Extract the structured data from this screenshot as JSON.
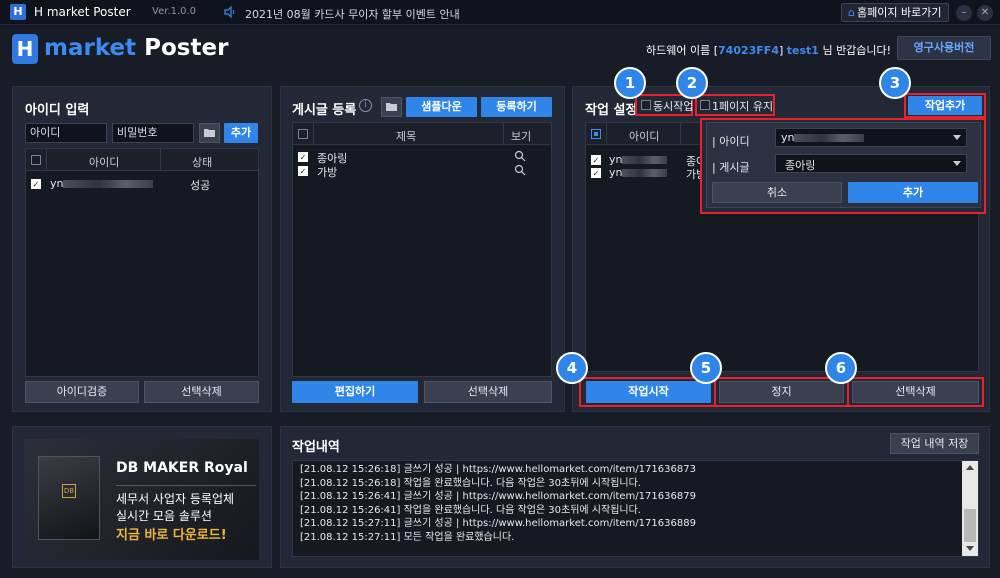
{
  "titlebar": {
    "app_title": "H market Poster",
    "version": "Ver.1.0.0",
    "notice": "2021년 08월 카드사 무이자 할부 이벤트 안내",
    "home_button": "홈페이지 바로가기"
  },
  "header": {
    "brand_part1": "market",
    "brand_part2": "Poster",
    "hw_prefix": "하드웨어 이름 [",
    "hw_id": "74023FF4",
    "hw_mid": "] ",
    "user": "test1",
    "hw_suffix": " 님 반갑습니다!",
    "license_button": "영구사용버전"
  },
  "id_panel": {
    "title": "아이디 입력",
    "id_placeholder": "아이디",
    "pw_placeholder": "비밀번호",
    "add_button": "추가",
    "col_id": "아이디",
    "col_status": "상태",
    "rows": [
      {
        "id": "yn",
        "status": "성공"
      }
    ],
    "verify_button": "아이디검증",
    "delete_button": "선택삭제"
  },
  "post_panel": {
    "title": "게시글 등록",
    "sample_button": "샘플다운",
    "register_button": "등록하기",
    "col_title": "제목",
    "col_view": "보기",
    "rows": [
      {
        "title": "종아링"
      },
      {
        "title": "가방"
      }
    ],
    "edit_button": "편집하기",
    "delete_button": "선택삭제"
  },
  "task_panel": {
    "title": "작업 설정",
    "concurrent_label": "동시작업",
    "keep_page_label": "1페이지 유지",
    "add_task_button": "작업추가",
    "col_id": "아이디",
    "rows": [
      {
        "id": "yn",
        "post": "종아"
      },
      {
        "id": "yn",
        "post": "가방"
      }
    ],
    "popup": {
      "id_label": "| 아이디",
      "id_value": "yn",
      "post_label": "| 게시글",
      "post_value": "종아링",
      "cancel_button": "취소",
      "add_button": "추가"
    },
    "start_button": "작업시작",
    "stop_button": "정지",
    "delete_button": "선택삭제"
  },
  "badges": [
    "1",
    "2",
    "3",
    "4",
    "5",
    "6"
  ],
  "ad": {
    "product": "DB MAKER Royal",
    "line1": "세무서 사업자 등록업체",
    "line2": "실시간 모음 솔루션",
    "cta": "지금 바로 다운로드!"
  },
  "log_panel": {
    "title": "작업내역",
    "save_button": "작업 내역 저장",
    "lines": [
      "[21.08.12 15:26:18]   글쓰기 성공 | https://www.hellomarket.com/item/171636873",
      "[21.08.12 15:26:18]   작업을 완료했습니다. 다음 작업은 30초뒤에 시작됩니다.",
      "[21.08.12 15:26:41]   글쓰기 성공 | https://www.hellomarket.com/item/171636879",
      "[21.08.12 15:26:41]   작업을 완료했습니다. 다음 작업은 30초뒤에 시작됩니다.",
      "[21.08.12 15:27:11]   글쓰기 성공 | https://www.hellomarket.com/item/171636889",
      "[21.08.12 15:27:11]   모든 작업을 완료했습니다."
    ]
  },
  "colors": {
    "accent": "#2f86e8",
    "highlight": "#e8212e",
    "background": "#171c26"
  }
}
